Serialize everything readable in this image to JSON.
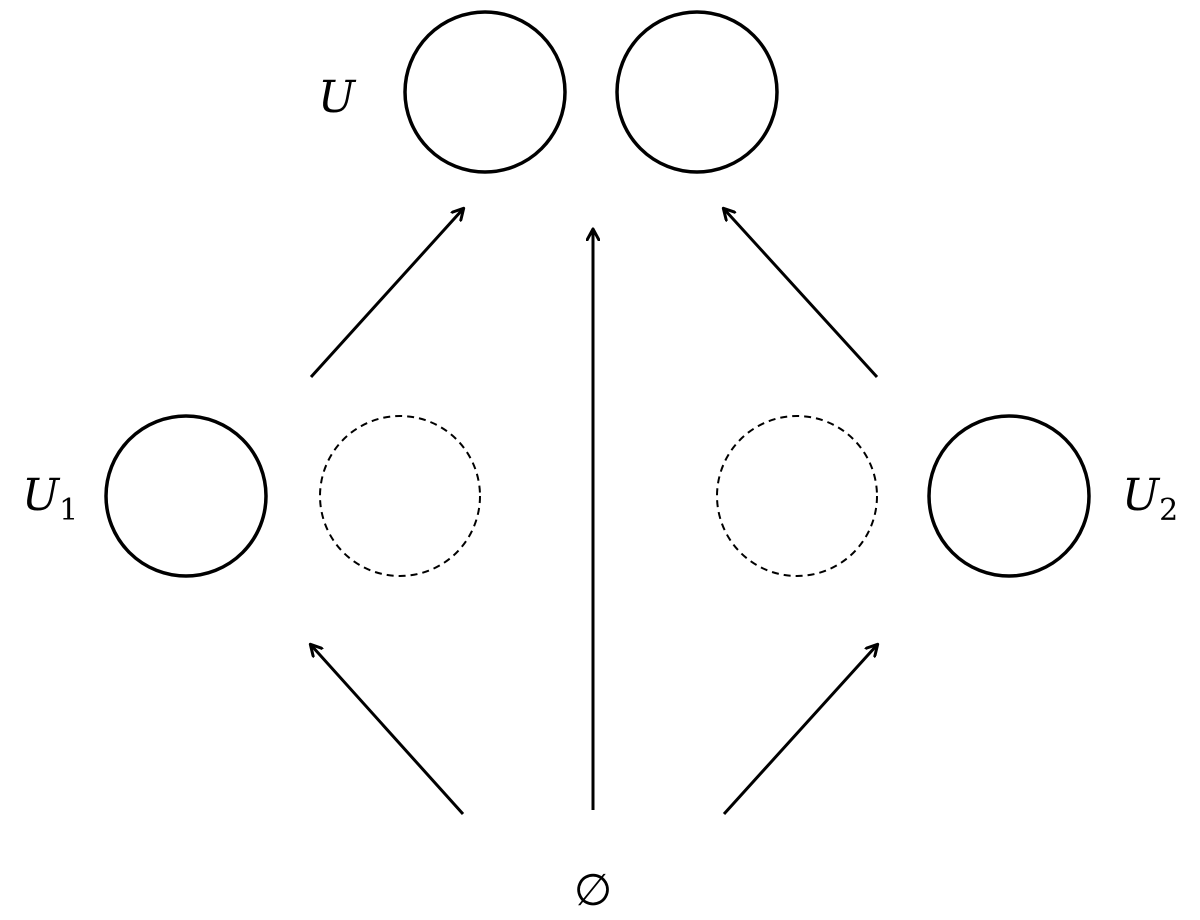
{
  "labels": {
    "top": "U",
    "left_main": "U",
    "left_sub": "1",
    "right_main": "U",
    "right_sub": "2",
    "bottom": "∅"
  },
  "colors": {
    "stroke": "#000000",
    "background": "#ffffff"
  },
  "circles": {
    "top": [
      "solid",
      "solid"
    ],
    "left": [
      "solid",
      "dashed"
    ],
    "right": [
      "dashed",
      "solid"
    ]
  },
  "arrows": [
    {
      "from": "left",
      "to": "top"
    },
    {
      "from": "bottom",
      "to": "top"
    },
    {
      "from": "right",
      "to": "top"
    },
    {
      "from": "bottom",
      "to": "left"
    },
    {
      "from": "bottom",
      "to": "right"
    }
  ]
}
